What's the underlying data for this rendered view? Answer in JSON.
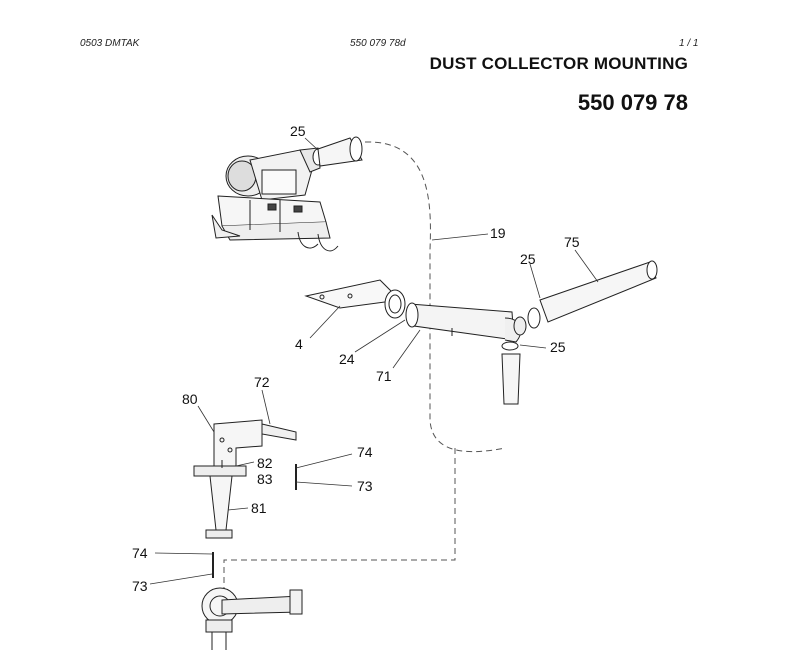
{
  "header": {
    "left": "0503   DMTAK",
    "center": "550 079 78d",
    "right": "1 /   1"
  },
  "title": "DUST COLLECTOR MOUNTING",
  "part_number": "550 079 78",
  "callouts": {
    "c25a": "25",
    "c19": "19",
    "c75": "75",
    "c25b": "25",
    "c4": "4",
    "c24": "24",
    "c71": "71",
    "c25c": "25",
    "c72": "72",
    "c80": "80",
    "c82": "82",
    "c83": "83",
    "c74a": "74",
    "c73a": "73",
    "c81": "81",
    "c74b": "74",
    "c73b": "73"
  }
}
